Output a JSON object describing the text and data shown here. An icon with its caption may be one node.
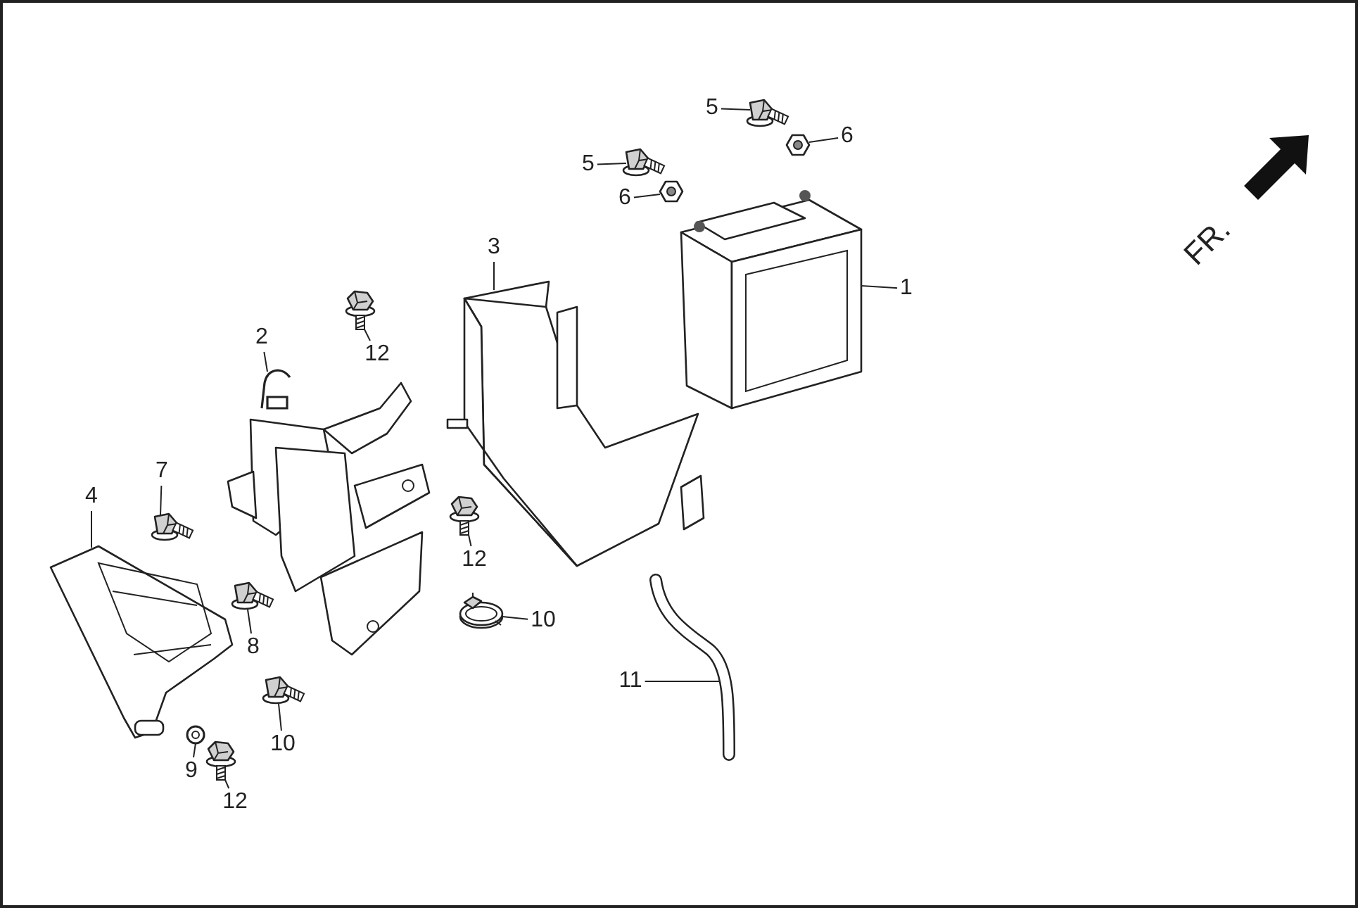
{
  "diagram": {
    "nodes": [
      {
        "text": [
          "1"
        ]
      },
      {
        "text": [],
        "shape": "picture"
      },
      {
        "text": [
          "2"
        ]
      },
      {
        "text": [],
        "shape": "picture"
      },
      {
        "text": [
          "3"
        ]
      },
      {
        "text": [],
        "shape": "picture"
      },
      {
        "text": [
          "4"
        ]
      },
      {
        "text": [],
        "shape": "picture"
      },
      {
        "text": [
          "5"
        ]
      },
      {
        "text": [],
        "shape": "picture"
      },
      {
        "text": [
          "6"
        ]
      },
      {
        "text": [],
        "shape": "picture"
      },
      {
        "text": [
          "5"
        ]
      },
      {
        "text": [],
        "shape": "picture"
      },
      {
        "text": [
          "6"
        ]
      },
      {
        "text": [],
        "shape": "picture"
      },
      {
        "text": [
          "7"
        ]
      },
      {
        "text": [],
        "shape": "picture"
      },
      {
        "text": [
          "8"
        ]
      },
      {
        "text": [],
        "shape": "picture"
      },
      {
        "text": [
          "9"
        ]
      },
      {
        "text": [],
        "shape": "picture"
      },
      {
        "text": [
          "10"
        ]
      },
      {
        "text": [],
        "shape": "picture"
      },
      {
        "text": [
          "10"
        ]
      },
      {
        "text": [],
        "shape": "picture"
      },
      {
        "text": [
          "11"
        ]
      },
      {
        "text": [],
        "shape": "picture"
      },
      {
        "text": [
          "12"
        ]
      },
      {
        "text": [],
        "shape": "picture"
      },
      {
        "text": [
          "12"
        ]
      },
      {
        "text": [],
        "shape": "picture"
      },
      {
        "text": [
          "12"
        ]
      },
      {
        "text": [],
        "shape": "picture"
      }
    ],
    "edges": [
      {
        "from": 0,
        "to": 1,
        "arrow": "none"
      },
      {
        "from": 2,
        "to": 3,
        "arrow": "none"
      },
      {
        "from": 4,
        "to": 5,
        "arrow": "none"
      },
      {
        "from": 6,
        "to": 7,
        "arrow": "none"
      },
      {
        "from": 8,
        "to": 9,
        "arrow": "none"
      },
      {
        "from": 10,
        "to": 11,
        "arrow": "none"
      },
      {
        "from": 12,
        "to": 13,
        "arrow": "none"
      },
      {
        "from": 14,
        "to": 15,
        "arrow": "none"
      },
      {
        "from": 16,
        "to": 17,
        "arrow": "none"
      },
      {
        "from": 18,
        "to": 19,
        "arrow": "none"
      },
      {
        "from": 20,
        "to": 21,
        "arrow": "none"
      },
      {
        "from": 22,
        "to": 23,
        "arrow": "none"
      },
      {
        "from": 24,
        "to": 25,
        "arrow": "none"
      },
      {
        "from": 26,
        "to": 27,
        "arrow": "none"
      },
      {
        "from": 28,
        "to": 29,
        "arrow": "none"
      },
      {
        "from": 30,
        "to": 31,
        "arrow": "none"
      },
      {
        "from": 32,
        "to": 33,
        "arrow": "none"
      }
    ],
    "labels": [
      "FR."
    ]
  }
}
